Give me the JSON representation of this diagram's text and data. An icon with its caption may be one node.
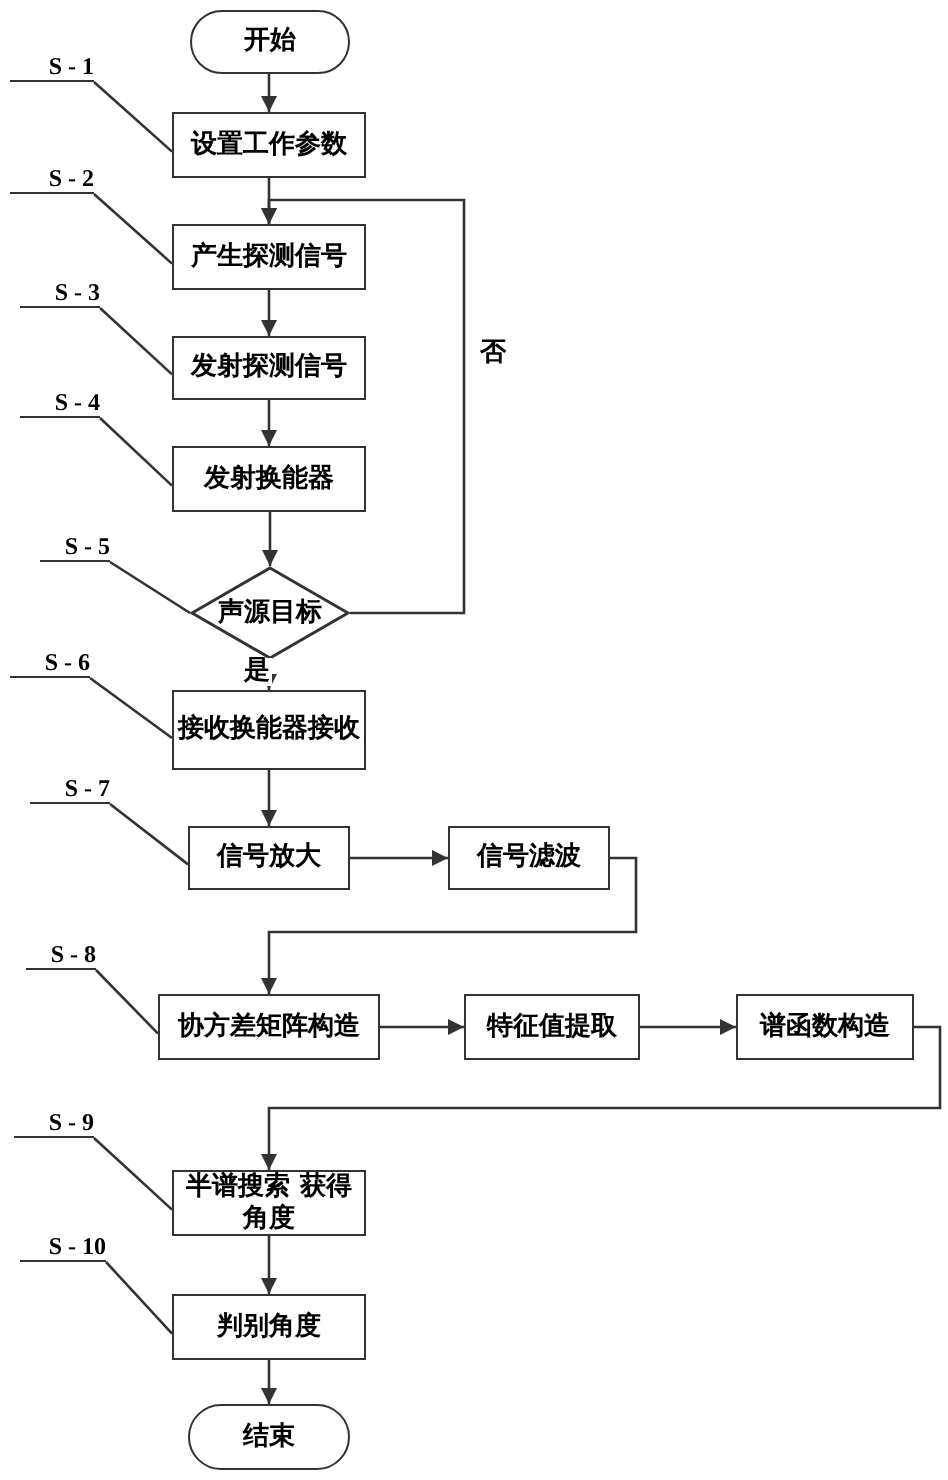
{
  "diagram": {
    "nodes": [
      {
        "text": [
          "开始"
        ]
      },
      {
        "text": [
          "S - 1"
        ]
      },
      {
        "text": [
          "设置工作参数"
        ]
      },
      {
        "text": [
          "S - 2"
        ]
      },
      {
        "text": [
          "产生探测信号"
        ]
      },
      {
        "text": [
          "S - 3"
        ]
      },
      {
        "text": [
          "发射探测信号"
        ]
      },
      {
        "text": [
          "S - 4"
        ]
      },
      {
        "text": [
          "发射换能器"
        ]
      },
      {
        "text": [
          "S - 5"
        ]
      },
      {
        "text": [
          "声源目标"
        ]
      },
      {
        "text": [
          "S - 6"
        ]
      },
      {
        "text": [
          "接收换能器接收"
        ]
      },
      {
        "text": [
          "S - 7"
        ]
      },
      {
        "text": [
          "信号放大"
        ]
      },
      {
        "text": [
          "信号滤波"
        ]
      },
      {
        "text": [
          "S - 8"
        ]
      },
      {
        "text": [
          "协方差矩阵构造"
        ]
      },
      {
        "text": [
          "特征值提取"
        ]
      },
      {
        "text": [
          "谱函数构造"
        ]
      },
      {
        "text": [
          "S - 9"
        ]
      },
      {
        "text": [
          "半谱搜索 获得角度"
        ]
      },
      {
        "text": [
          "S - 10"
        ]
      },
      {
        "text": [
          "判别角度"
        ]
      },
      {
        "text": [
          "结束"
        ]
      }
    ],
    "edges": [
      {
        "from": 0,
        "to": 2,
        "arrow": "to"
      },
      {
        "from": 1,
        "to": 2,
        "arrow": "none"
      },
      {
        "from": 2,
        "to": 4,
        "arrow": "to"
      },
      {
        "from": 3,
        "to": 4,
        "arrow": "none"
      },
      {
        "from": 4,
        "to": 6,
        "arrow": "to"
      },
      {
        "from": 5,
        "to": 6,
        "arrow": "none"
      },
      {
        "from": 6,
        "to": 8,
        "arrow": "to"
      },
      {
        "from": 7,
        "to": 8,
        "arrow": "none"
      },
      {
        "from": 8,
        "to": 10,
        "arrow": "to"
      },
      {
        "from": 9,
        "to": 10,
        "arrow": "none"
      },
      {
        "from": 10,
        "to": 4,
        "arrow": "to",
        "label": "否"
      },
      {
        "from": 10,
        "to": 12,
        "arrow": "to",
        "label": "是"
      },
      {
        "from": 11,
        "to": 12,
        "arrow": "none"
      },
      {
        "from": 12,
        "to": 14,
        "arrow": "to"
      },
      {
        "from": 13,
        "to": 14,
        "arrow": "none"
      },
      {
        "from": 14,
        "to": 15,
        "arrow": "to"
      },
      {
        "from": 15,
        "to": 17,
        "arrow": "to"
      },
      {
        "from": 16,
        "to": 17,
        "arrow": "none"
      },
      {
        "from": 17,
        "to": 18,
        "arrow": "to"
      },
      {
        "from": 18,
        "to": 19,
        "arrow": "to"
      },
      {
        "from": 19,
        "to": 21,
        "arrow": "to"
      },
      {
        "from": 20,
        "to": 21,
        "arrow": "none"
      },
      {
        "from": 21,
        "to": 23,
        "arrow": "to"
      },
      {
        "from": 22,
        "to": 23,
        "arrow": "none"
      },
      {
        "from": 23,
        "to": 24,
        "arrow": "to"
      }
    ]
  }
}
